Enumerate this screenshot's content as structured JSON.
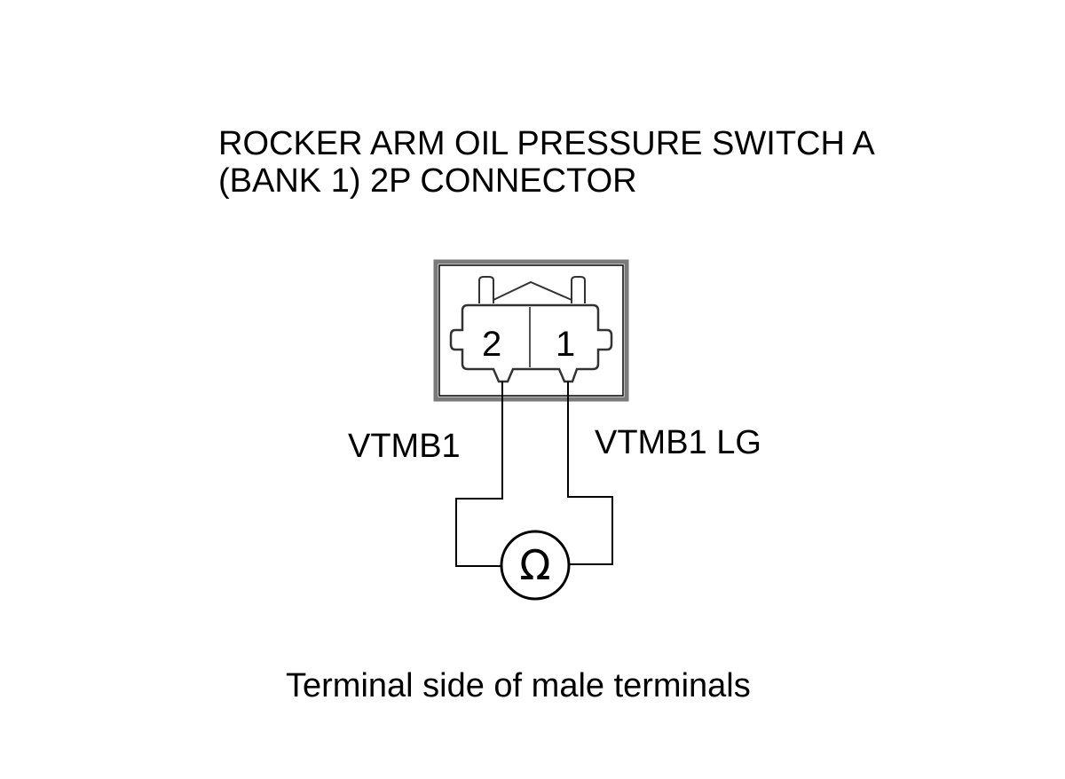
{
  "diagram": {
    "title_lines": [
      "ROCKER ARM OIL PRESSURE SWITCH A",
      "(BANK 1) 2P CONNECTOR"
    ],
    "connector": {
      "pins": [
        {
          "number": "2",
          "wire": "VTMB1"
        },
        {
          "number": "1",
          "wire": "VTMB1 LG"
        }
      ]
    },
    "meter_symbol": "Ω",
    "meter_icon": "ohmmeter-icon",
    "caption": "Terminal side of male terminals"
  }
}
